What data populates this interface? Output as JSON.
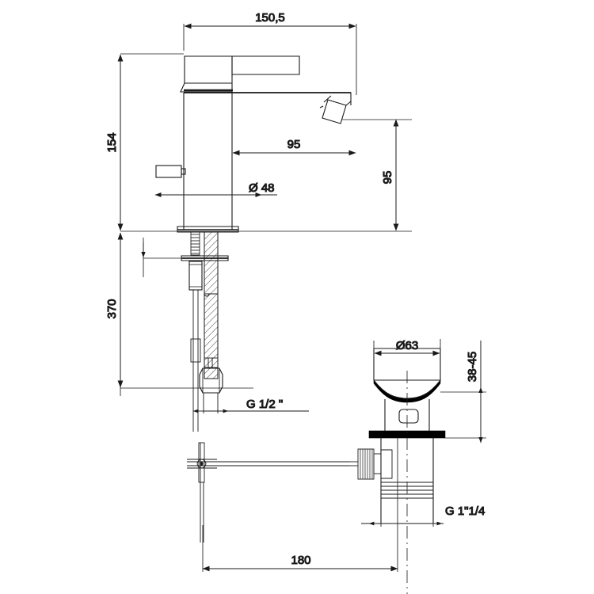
{
  "drawing": {
    "title": "Single-lever basin mixer with pop-up waste — dimensioned technical drawing",
    "type": "engineering-orthographic-drawing",
    "units": "mm",
    "background_color": "#ffffff",
    "line_color": "#1a1a1a",
    "fill_color": "#000000",
    "view_count": 2,
    "views": [
      {
        "name": "basin-mixer-front-view",
        "label": "Basin mixer tap, front elevation with shank and supply tail"
      },
      {
        "name": "pop-up-waste-front-view",
        "label": "Pop-up waste fitting, front elevation"
      }
    ]
  },
  "dimensions": {
    "spout_projection_total": {
      "value": "150,5",
      "name": "overall-spout-length",
      "orientation": "horizontal",
      "position": "top"
    },
    "body_height": {
      "value": "154",
      "name": "mixer-body-height",
      "orientation": "vertical-rotated",
      "position": "left"
    },
    "spout_reach": {
      "value": "95",
      "name": "spout-reach",
      "orientation": "horizontal",
      "position": "middle"
    },
    "spout_height": {
      "value": "95",
      "name": "spout-outlet-height",
      "orientation": "vertical-rotated",
      "position": "right"
    },
    "body_diameter": {
      "value": "48",
      "symbol": "Ø",
      "display": "Ø 48",
      "name": "body-diameter",
      "orientation": "horizontal",
      "position": "body-base"
    },
    "shank_total_length": {
      "value": "370",
      "name": "shank-and-tail-length",
      "orientation": "vertical-rotated",
      "position": "left"
    },
    "supply_thread": {
      "value": "G 1/2 \"",
      "name": "supply-connection-thread",
      "orientation": "horizontal",
      "position": "tail-end"
    },
    "waste_flange_diameter": {
      "value": "63",
      "symbol": "Ø",
      "display": "Ø63",
      "name": "waste-flange-diameter",
      "orientation": "horizontal",
      "position": "waste-top"
    },
    "basin_thickness_range": {
      "value": "38-45",
      "name": "basin-thickness-range",
      "orientation": "vertical-rotated",
      "position": "waste-right"
    },
    "waste_thread": {
      "value": "G 1\"1/4",
      "name": "waste-outlet-thread",
      "orientation": "horizontal",
      "position": "waste-bottom"
    },
    "rod_span": {
      "value": "180",
      "name": "pop-up-rod-span",
      "orientation": "horizontal",
      "position": "bottom"
    }
  }
}
